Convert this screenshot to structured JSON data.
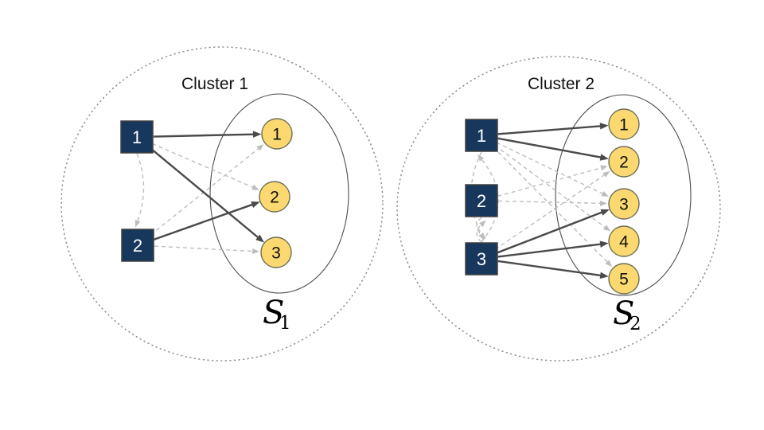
{
  "colors": {
    "square_fill": "#17375c",
    "square_stroke": "#404040",
    "square_text": "#ffffff",
    "circle_fill": "#fbd870",
    "circle_stroke": "#6e6e55",
    "circle_text": "#111111",
    "solid_edge": "#4a4a4a",
    "dashed_edge": "#bdbdbd",
    "boundary_dotted": "#8f8f8f",
    "set_ellipse": "#4d4d4d",
    "title_text": "#111111",
    "set_label_text": "#000000"
  },
  "clusters": [
    {
      "title": "Cluster 1",
      "set_label": {
        "base": "S",
        "sub": "1"
      },
      "squares": [
        {
          "id": "s1",
          "label": "1"
        },
        {
          "id": "s2",
          "label": "2"
        }
      ],
      "circles": [
        {
          "id": "c1",
          "label": "1"
        },
        {
          "id": "c2",
          "label": "2"
        },
        {
          "id": "c3",
          "label": "3"
        }
      ],
      "edges": [
        {
          "from": "s1",
          "to": "c2",
          "style": "dashed"
        },
        {
          "from": "s2",
          "to": "c1",
          "style": "dashed"
        },
        {
          "from": "s2",
          "to": "c3",
          "style": "dashed"
        },
        {
          "from": "s1",
          "to": "s2",
          "style": "dashed",
          "curve": -16
        },
        {
          "from": "s1",
          "to": "c1",
          "style": "solid"
        },
        {
          "from": "s1",
          "to": "c3",
          "style": "solid"
        },
        {
          "from": "s2",
          "to": "c2",
          "style": "solid"
        }
      ]
    },
    {
      "title": "Cluster 2",
      "set_label": {
        "base": "S",
        "sub": "2"
      },
      "squares": [
        {
          "id": "s1",
          "label": "1"
        },
        {
          "id": "s2",
          "label": "2"
        },
        {
          "id": "s3",
          "label": "3"
        }
      ],
      "circles": [
        {
          "id": "c1",
          "label": "1"
        },
        {
          "id": "c2",
          "label": "2"
        },
        {
          "id": "c3",
          "label": "3"
        },
        {
          "id": "c4",
          "label": "4"
        },
        {
          "id": "c5",
          "label": "5"
        }
      ],
      "edges": [
        {
          "from": "s1",
          "to": "c3",
          "style": "dashed"
        },
        {
          "from": "s1",
          "to": "c4",
          "style": "dashed"
        },
        {
          "from": "s1",
          "to": "c5",
          "style": "dashed"
        },
        {
          "from": "s2",
          "to": "c2",
          "style": "dashed"
        },
        {
          "from": "s2",
          "to": "c3",
          "style": "dashed"
        },
        {
          "from": "s3",
          "to": "c2",
          "style": "dashed"
        },
        {
          "from": "s3",
          "to": "s1",
          "style": "dashed",
          "curve": 42
        },
        {
          "from": "s1",
          "to": "s3",
          "style": "dashed",
          "curve": 26
        },
        {
          "from": "s2",
          "to": "s3",
          "style": "dashed",
          "curve": 12
        },
        {
          "from": "s3",
          "to": "s2",
          "style": "dashed",
          "curve": -12
        },
        {
          "from": "s1",
          "to": "c1",
          "style": "solid"
        },
        {
          "from": "s1",
          "to": "c2",
          "style": "solid"
        },
        {
          "from": "s3",
          "to": "c3",
          "style": "solid"
        },
        {
          "from": "s3",
          "to": "c4",
          "style": "solid"
        },
        {
          "from": "s3",
          "to": "c5",
          "style": "solid"
        }
      ]
    }
  ]
}
